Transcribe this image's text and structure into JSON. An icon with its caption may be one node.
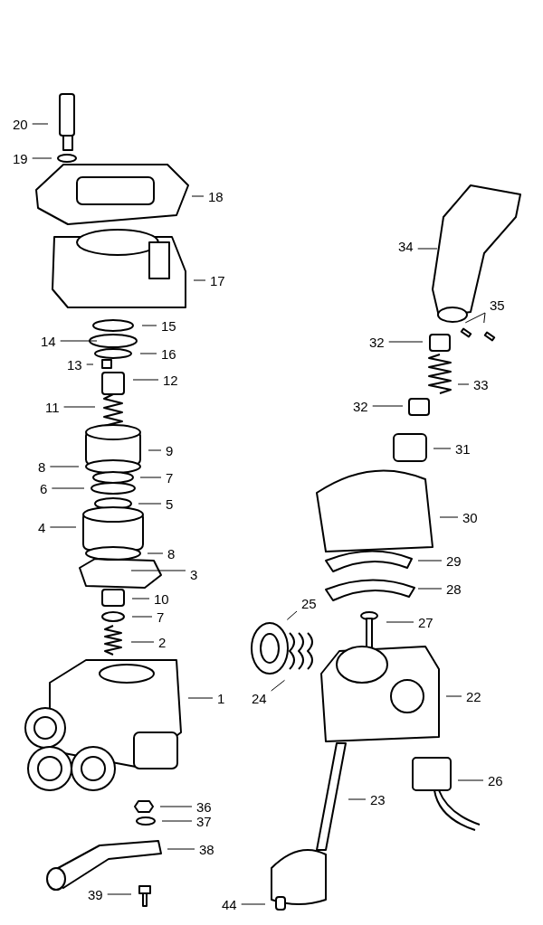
{
  "diagram": {
    "nodes": [
      {
        "text": [
          "20"
        ]
      },
      {
        "text": [
          "19"
        ]
      },
      {
        "text": [
          "18"
        ]
      },
      {
        "text": [
          "34"
        ]
      },
      {
        "text": [
          "17"
        ]
      },
      {
        "text": [
          "35"
        ]
      },
      {
        "text": [
          "15"
        ]
      },
      {
        "text": [
          "14"
        ]
      },
      {
        "text": [
          "32"
        ]
      },
      {
        "text": [
          "16"
        ]
      },
      {
        "text": [
          "13"
        ]
      },
      {
        "text": [
          "12"
        ]
      },
      {
        "text": [
          "11"
        ]
      },
      {
        "text": [
          "33"
        ]
      },
      {
        "text": [
          "32"
        ]
      },
      {
        "text": [
          "9"
        ]
      },
      {
        "text": [
          "31"
        ]
      },
      {
        "text": [
          "8"
        ]
      },
      {
        "text": [
          "7"
        ]
      },
      {
        "text": [
          "6"
        ]
      },
      {
        "text": [
          "5"
        ]
      },
      {
        "text": [
          "30"
        ]
      },
      {
        "text": [
          "4"
        ]
      },
      {
        "text": [
          "8"
        ]
      },
      {
        "text": [
          "29"
        ]
      },
      {
        "text": [
          "3"
        ]
      },
      {
        "text": [
          "28"
        ]
      },
      {
        "text": [
          "10"
        ]
      },
      {
        "text": [
          "25"
        ]
      },
      {
        "text": [
          "27"
        ]
      },
      {
        "text": [
          "7"
        ]
      },
      {
        "text": [
          "2"
        ]
      },
      {
        "text": [
          "24"
        ]
      },
      {
        "text": [
          "1"
        ]
      },
      {
        "text": [
          "22"
        ]
      },
      {
        "text": [
          "26"
        ]
      },
      {
        "text": [
          "23"
        ]
      },
      {
        "text": [
          "36"
        ]
      },
      {
        "text": [
          "37"
        ]
      },
      {
        "text": [
          "38"
        ]
      },
      {
        "text": [
          "39"
        ]
      },
      {
        "text": [
          "44"
        ]
      }
    ],
    "edges": [
      {
        "from": 0,
        "to": null,
        "arrow": "none"
      },
      {
        "from": 1,
        "to": null,
        "arrow": "none"
      },
      {
        "from": 2,
        "to": null,
        "arrow": "none"
      },
      {
        "from": 3,
        "to": null,
        "arrow": "none"
      },
      {
        "from": 4,
        "to": null,
        "arrow": "none"
      },
      {
        "from": 5,
        "to": null,
        "arrow": "none"
      },
      {
        "from": 5,
        "to": null,
        "arrow": "none"
      },
      {
        "from": 6,
        "to": null,
        "arrow": "none"
      },
      {
        "from": 7,
        "to": null,
        "arrow": "none"
      },
      {
        "from": 8,
        "to": null,
        "arrow": "none"
      },
      {
        "from": 9,
        "to": null,
        "arrow": "none"
      },
      {
        "from": 10,
        "to": null,
        "arrow": "none"
      },
      {
        "from": 11,
        "to": null,
        "arrow": "none"
      },
      {
        "from": 12,
        "to": null,
        "arrow": "none"
      },
      {
        "from": 13,
        "to": null,
        "arrow": "none"
      },
      {
        "from": 14,
        "to": null,
        "arrow": "none"
      },
      {
        "from": 15,
        "to": null,
        "arrow": "none"
      },
      {
        "from": 16,
        "to": null,
        "arrow": "none"
      },
      {
        "from": 17,
        "to": null,
        "arrow": "none"
      },
      {
        "from": 18,
        "to": null,
        "arrow": "none"
      },
      {
        "from": 19,
        "to": null,
        "arrow": "none"
      },
      {
        "from": 20,
        "to": null,
        "arrow": "none"
      },
      {
        "from": 21,
        "to": null,
        "arrow": "none"
      },
      {
        "from": 22,
        "to": null,
        "arrow": "none"
      },
      {
        "from": 23,
        "to": null,
        "arrow": "none"
      },
      {
        "from": 24,
        "to": null,
        "arrow": "none"
      },
      {
        "from": 25,
        "to": null,
        "arrow": "none"
      },
      {
        "from": 26,
        "to": null,
        "arrow": "none"
      },
      {
        "from": 27,
        "to": null,
        "arrow": "none"
      },
      {
        "from": 28,
        "to": null,
        "arrow": "none"
      },
      {
        "from": 29,
        "to": null,
        "arrow": "none"
      },
      {
        "from": 30,
        "to": null,
        "arrow": "none"
      },
      {
        "from": 31,
        "to": null,
        "arrow": "none"
      },
      {
        "from": 32,
        "to": null,
        "arrow": "none"
      },
      {
        "from": 33,
        "to": null,
        "arrow": "none"
      },
      {
        "from": 34,
        "to": null,
        "arrow": "none"
      },
      {
        "from": 35,
        "to": null,
        "arrow": "none"
      },
      {
        "from": 36,
        "to": null,
        "arrow": "none"
      },
      {
        "from": 37,
        "to": null,
        "arrow": "none"
      },
      {
        "from": 38,
        "to": null,
        "arrow": "none"
      },
      {
        "from": 39,
        "to": null,
        "arrow": "none"
      },
      {
        "from": 40,
        "to": null,
        "arrow": "none"
      },
      {
        "from": 41,
        "to": null,
        "arrow": "none"
      }
    ]
  }
}
